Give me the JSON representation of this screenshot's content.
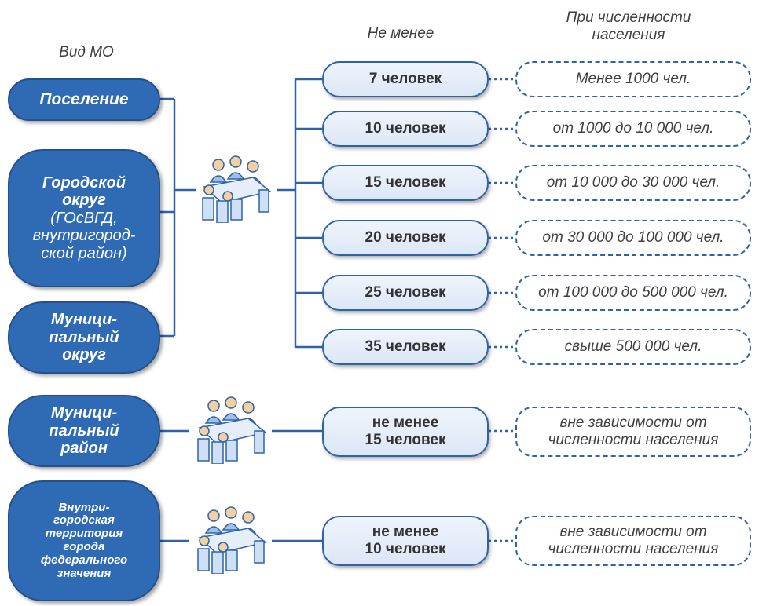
{
  "headers": {
    "type_label": "Вид МО",
    "min_label": "Не менее",
    "population_label_line1": "При численности",
    "population_label_line2": "населения"
  },
  "municipality_types": {
    "settlement": "Поселение",
    "urban_district_line1": "Городской",
    "urban_district_line2": "округ",
    "urban_district_line3": "(ГОсВГД,",
    "urban_district_line4": "внутригород-",
    "urban_district_line5": "ской район)",
    "municipal_okrug_line1": "Муници-",
    "municipal_okrug_line2": "пальный",
    "municipal_okrug_line3": "округ",
    "municipal_raion_line1": "Муници-",
    "municipal_raion_line2": "пальный",
    "municipal_raion_line3": "район",
    "intracity_line1": "Внутри-",
    "intracity_line2": "городская",
    "intracity_line3": "территория",
    "intracity_line4": "города",
    "intracity_line5": "федерального",
    "intracity_line6": "значения"
  },
  "tiers": [
    {
      "count": "7 человек",
      "population": "Менее 1000 чел."
    },
    {
      "count": "10 человек",
      "population": "от 1000 до 10 000 чел."
    },
    {
      "count": "15 человек",
      "population": "от 10 000 до 30 000 чел."
    },
    {
      "count": "20 человек",
      "population": "от 30 000 до 100 000 чел."
    },
    {
      "count": "25 человек",
      "population": "от 100 000 до 500 000 чел."
    },
    {
      "count": "35 человек",
      "population": "свыше 500 000 чел."
    }
  ],
  "raion": {
    "count_line1": "не менее",
    "count_line2": "15 человек",
    "population_line1": "вне зависимости от",
    "population_line2": "численности населения"
  },
  "intracity": {
    "count_line1": "не менее",
    "count_line2": "10 человек",
    "population_line1": "вне зависимости от",
    "population_line2": "численности населения"
  },
  "icons": {
    "council": "council-meeting-icon"
  },
  "colors": {
    "primary_blue": "#2f6bb4",
    "border_blue": "#2f63a8",
    "light_fill": "#e6eefa",
    "text_gray": "#404040"
  }
}
